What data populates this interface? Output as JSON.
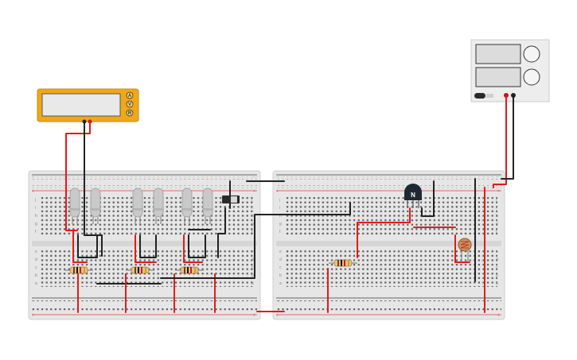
{
  "multimeter": {
    "mode_buttons": [
      "A",
      "V",
      "R"
    ],
    "display_value": ""
  },
  "power_supply": {
    "display1": "",
    "display2": ""
  },
  "transistor": {
    "label": "N"
  },
  "switch": {
    "label": ""
  },
  "breadboard": {
    "row_letters_top": [
      "j",
      "i",
      "h",
      "g",
      "f"
    ],
    "row_letters_bottom": [
      "e",
      "d",
      "c",
      "b",
      "a"
    ],
    "rail_plus": "+",
    "rail_minus": "-",
    "columns": 30
  },
  "colors": {
    "wire_red": "#e21b1b",
    "wire_black": "#222222",
    "multimeter_body": "#f0a818",
    "breadboard": "#e8e8e8",
    "led_body": "#c9c9c9",
    "transistor": "#1f2733"
  }
}
